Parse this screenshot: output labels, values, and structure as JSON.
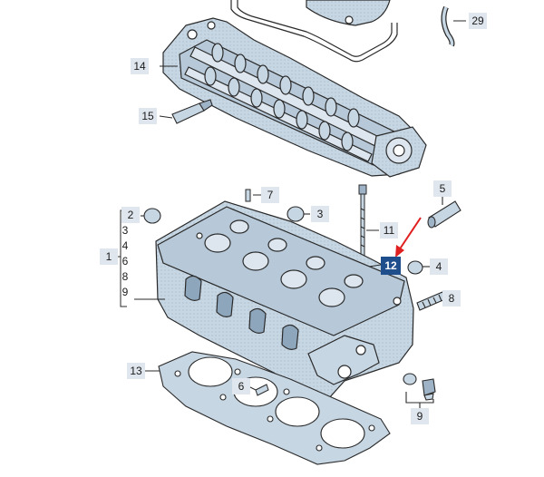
{
  "callouts": {
    "c29": "29",
    "c14": "14",
    "c15": "15",
    "c7": "7",
    "c5": "5",
    "c2": "2",
    "c3": "3",
    "c11": "11",
    "c1": "1",
    "c4": "4",
    "c12": "12",
    "c8": "8",
    "c13": "13",
    "c6": "6",
    "c9": "9"
  },
  "bracket_items": [
    "3",
    "4",
    "6",
    "8",
    "9"
  ],
  "colors": {
    "line": "#2a2a2a",
    "part_fill": "#c7d6e3",
    "part_shadow": "#9fb3c6",
    "callout_bg": "#dfe6ee",
    "highlight": "#1f4e8c",
    "arrow": "#e02020"
  }
}
